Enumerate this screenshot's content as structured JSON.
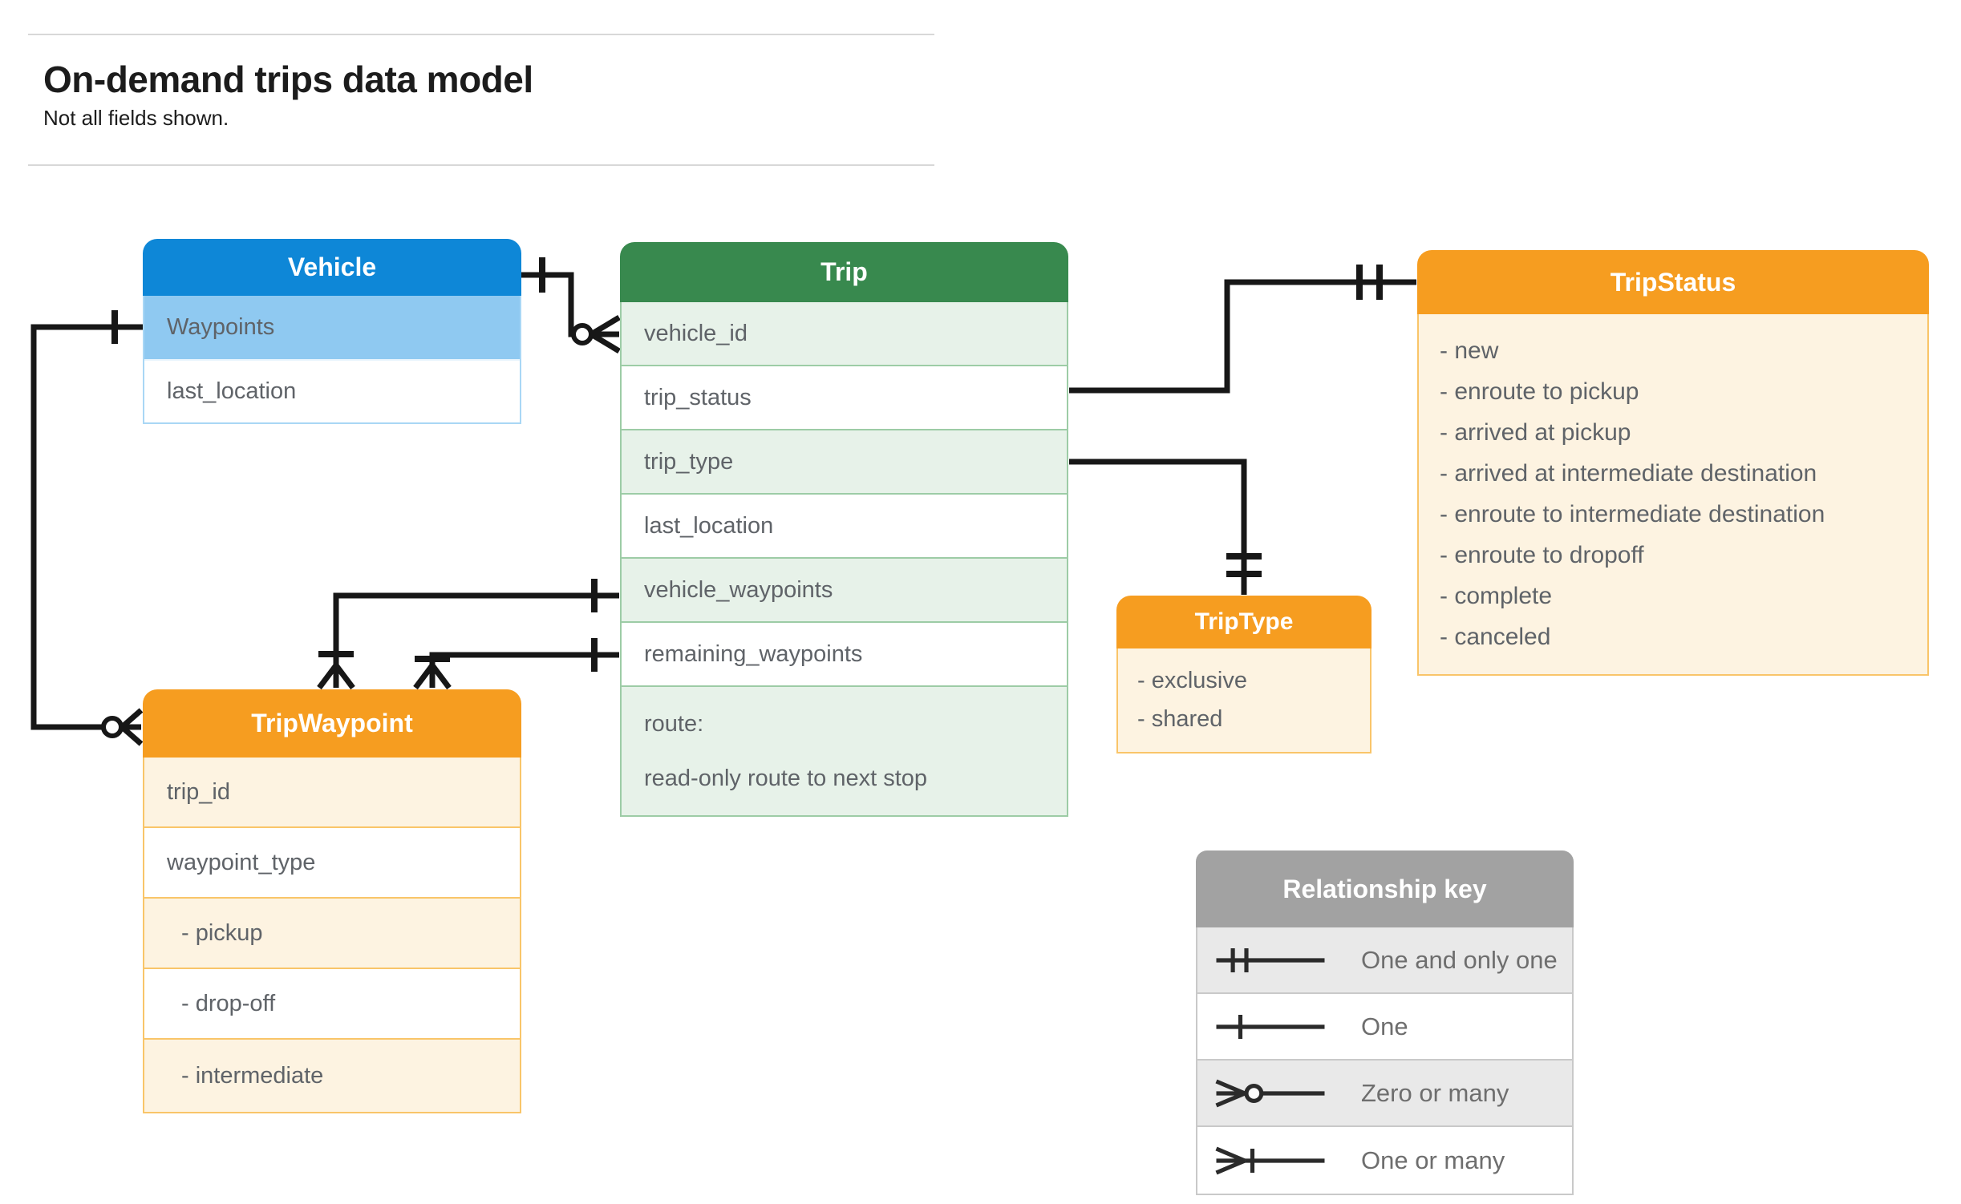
{
  "header": {
    "title": "On-demand trips data model",
    "subtitle": "Not all fields shown."
  },
  "tables": {
    "vehicle": {
      "title": "Vehicle",
      "rows": [
        "Waypoints",
        "last_location"
      ]
    },
    "trip": {
      "title": "Trip",
      "rows": [
        "vehicle_id",
        "trip_status",
        "trip_type",
        "last_location",
        "vehicle_waypoints",
        "remaining_waypoints"
      ],
      "route_row": {
        "line1": "route:",
        "line2": "read-only route to next stop"
      }
    },
    "trip_status": {
      "title": "TripStatus",
      "items": [
        "- new",
        "- enroute to pickup",
        "- arrived at pickup",
        "- arrived at intermediate destination",
        "- enroute to intermediate destination",
        "- enroute to dropoff",
        "- complete",
        "- canceled"
      ]
    },
    "trip_type": {
      "title": "TripType",
      "items": [
        "- exclusive",
        "- shared"
      ]
    },
    "trip_waypoint": {
      "title": "TripWaypoint",
      "rows": [
        "trip_id",
        "waypoint_type"
      ],
      "sub_rows": [
        "- pickup",
        "- drop-off",
        "- intermediate"
      ]
    }
  },
  "legend": {
    "title": "Relationship key",
    "entries": [
      {
        "symbol": "one-and-only-one",
        "label": "One and only one"
      },
      {
        "symbol": "one",
        "label": "One"
      },
      {
        "symbol": "zero-or-many",
        "label": "Zero or many"
      },
      {
        "symbol": "one-or-many",
        "label": "One or many"
      }
    ]
  },
  "relationships": [
    {
      "from": "Vehicle",
      "to": "Trip.vehicle_id",
      "from_cardinality": "One",
      "to_cardinality": "Zero or many"
    },
    {
      "from": "Vehicle.Waypoints",
      "to": "TripWaypoint",
      "from_cardinality": "One",
      "to_cardinality": "Zero or many"
    },
    {
      "from": "Trip.trip_status",
      "to": "TripStatus",
      "to_cardinality": "One and only one"
    },
    {
      "from": "Trip.trip_type",
      "to": "TripType",
      "to_cardinality": "One and only one"
    },
    {
      "from": "Trip.vehicle_waypoints",
      "to": "TripWaypoint",
      "from_cardinality": "One",
      "to_cardinality": "One or many"
    },
    {
      "from": "Trip.remaining_waypoints",
      "to": "TripWaypoint",
      "from_cardinality": "One",
      "to_cardinality": "One or many"
    }
  ],
  "palette": {
    "blue_header": "#0e87d7",
    "blue_row": "#8fc9f1",
    "green_header": "#38894e",
    "green_row": "#e7f2e9",
    "orange_header": "#f69d20",
    "orange_row": "#fdf3e1",
    "gray_header": "#a2a2a2",
    "gray_row": "#e9e9e9",
    "wire": "#171717",
    "row_text": "#5f6368"
  }
}
